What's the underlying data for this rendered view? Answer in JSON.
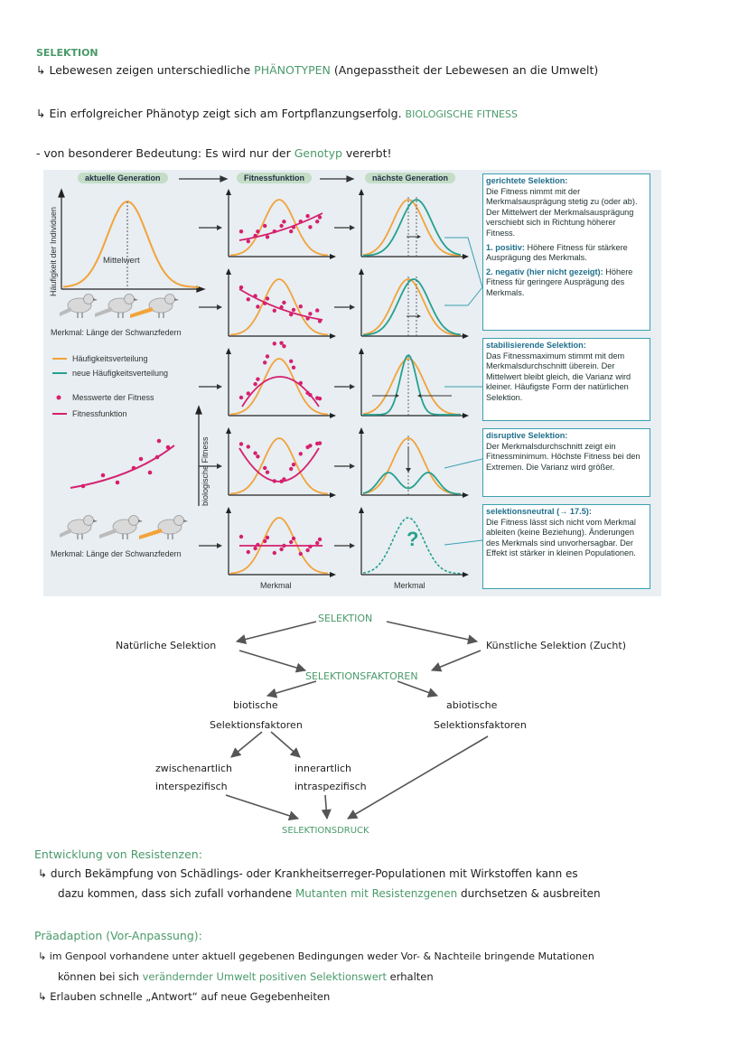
{
  "header": {
    "title": "SELEKTION",
    "line1_a": "↳ Lebewesen zeigen unterschiedliche ",
    "line1_b": "PHÄNOTYPEN",
    "line1_c": "  (Angepasstheit der Lebewesen an die Umwelt)",
    "line2_a": "↳ Ein erfolgreicher Phänotyp zeigt sich am Fortpflanzungserfolg. ",
    "line2_b": "BIOLOGISCHE FITNESS",
    "line3_a": "- von besonderer Bedeutung: Es wird nur der ",
    "line3_b": "Genotyp",
    "line3_c": " vererbt!"
  },
  "figure": {
    "col1": "aktuelle Generation",
    "col2": "Fitnessfunktion",
    "col3": "nächste Generation",
    "y_axis": "Häufigkeit der Individuen",
    "mittelwert": "Mittelwert",
    "merkmal_long": "Merkmal: Länge der Schwanzfedern",
    "legend": {
      "freq": "Häufigkeitsverteilung",
      "newfreq": "neue Häufigkeitsverteilung",
      "points": "Messwerte der Fitness",
      "func": "Fitnessfunktion"
    },
    "fitness_axis": "biologische Fitness",
    "merkmal": "Merkmal",
    "question": "?",
    "colors": {
      "orange": "#f2a33a",
      "teal": "#26a08f",
      "magenta": "#d6206e",
      "frame": "#3aa0b0"
    },
    "descriptions": [
      {
        "title": "gerichtete Selektion:",
        "text": "Die Fitness nimmt mit der Merkmalsausprägung stetig zu (oder ab). Der Mittelwert der Merkmalsausprägung verschiebt sich in Richtung höherer Fitness.",
        "p1_t": "1. positiv:",
        "p1": " Höhere Fitness für stärkere Ausprägung des Merkmals.",
        "p2_t": "2. negativ (hier nicht gezeigt):",
        "p2": " Höhere Fitness für geringere Ausprägung des Merkmals."
      },
      {
        "title": "stabilisierende Selektion:",
        "text": "Das Fitnessmaximum stimmt mit dem Merkmalsdurchschnitt überein. Der Mittelwert bleibt gleich, die Varianz wird kleiner. Häufigste Form der natürlichen Selektion."
      },
      {
        "title": "disruptive Selektion:",
        "text": "Der Merkmalsdurchschnitt zeigt ein Fitnessminimum. Höchste Fitness bei den Extremen. Die Varianz wird größer."
      },
      {
        "title": "selektionsneutral (→ 17.5):",
        "text": "Die Fitness lässt sich nicht vom Merkmal ableiten (keine Beziehung). Änderungen des Merkmals sind unvorhersagbar. Der Effekt ist stärker in kleinen Populationen."
      }
    ]
  },
  "diagram": {
    "selektion": "SELEKTION",
    "natuerlich": "Natürliche Selektion",
    "kuenstlich": "Künstliche Selektion (Zucht)",
    "faktoren": "SELEKTIONSFAKTOREN",
    "biotisch1": "biotische",
    "biotisch2": "Selektionsfaktoren",
    "abiotisch1": "abiotische",
    "abiotisch2": "Selektionsfaktoren",
    "zwischen1": "zwischenartlich",
    "zwischen2": "interspezifisch",
    "inner1": "innerartlich",
    "inner2": "intraspezifisch",
    "druck": "SELEKTIONSDRUCK"
  },
  "resistenz": {
    "title": "Entwicklung von Resistenzen:",
    "line1": "↳ durch Bekämpfung von Schädlings- oder Krankheitserreger-Populationen mit Wirkstoffen kann es",
    "line2_a": "dazu kommen, dass sich zufall vorhandene ",
    "line2_b": "Mutanten mit Resistenzgenen",
    "line2_c": " durchsetzen & ausbreiten"
  },
  "praeadaption": {
    "title": "Präadaption (Vor-Anpassung):",
    "line1": "↳ im Genpool vorhandene unter aktuell gegebenen Bedingungen weder Vor- & Nachteile bringende Mutationen",
    "line2_a": "können bei sich ",
    "line2_b": "verändernder Umwelt positiven Selektionswert",
    "line2_c": " erhalten",
    "line3": "↳ Erlauben schnelle „Antwort“ auf neue Gegebenheiten"
  }
}
